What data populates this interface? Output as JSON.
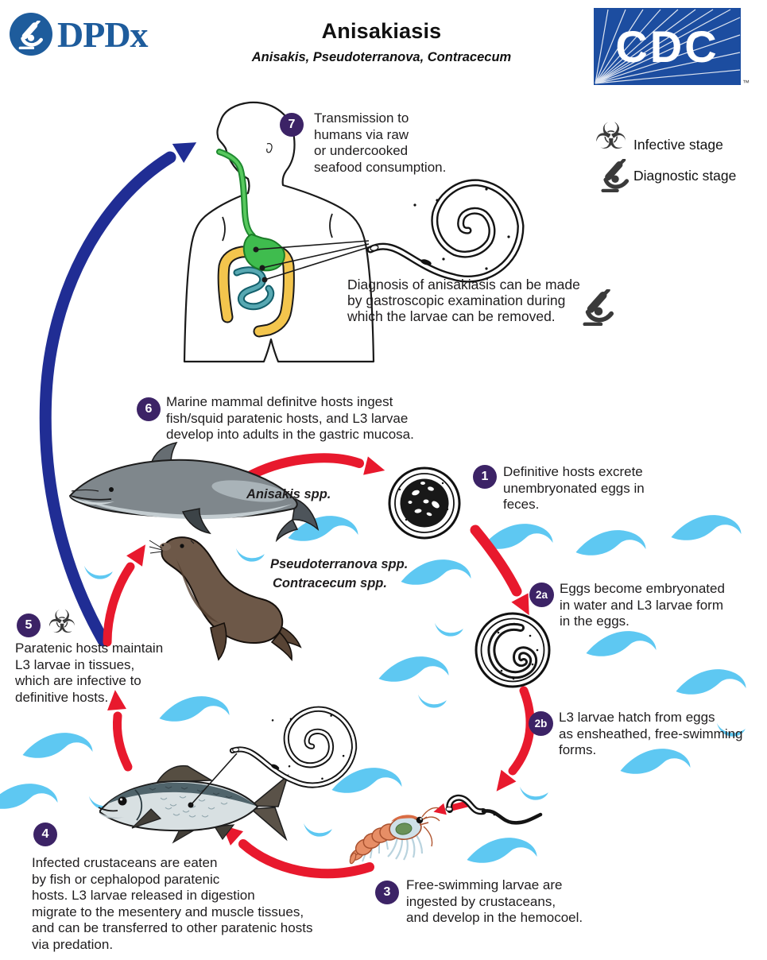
{
  "header": {
    "dpdx_logo": "DPDx",
    "title": "Anisakiasis",
    "subtitle": "Anisakis, Pseudoterranova, Contracecum",
    "cdc_logo": "CDC",
    "trademark": "™"
  },
  "legend": {
    "infective_label": "Infective stage",
    "diagnostic_label": "Diagnostic stage"
  },
  "icons": {
    "biohazard_glyph": "☣"
  },
  "diagnosis_note": [
    "Diagnosis of anisakiasis can be made",
    "by gastroscopic examination during",
    "which the larvae can be removed."
  ],
  "species_labels": {
    "anisakis": "Anisakis spp.",
    "pseudoterranova": "Pseudoterranova spp.",
    "contracecum": "Contracecum spp."
  },
  "steps": {
    "s1": {
      "num": "1",
      "lines": [
        "Definitive hosts excrete",
        "unembryonated eggs in",
        "feces."
      ]
    },
    "s2a": {
      "num": "2a",
      "lines": [
        "Eggs become embryonated",
        "in water and L3 larvae form",
        "in the eggs."
      ]
    },
    "s2b": {
      "num": "2b",
      "lines": [
        "L3 larvae hatch from eggs",
        "as ensheathed, free-swimming",
        "forms."
      ]
    },
    "s3": {
      "num": "3",
      "lines": [
        "Free-swimming larvae are",
        "ingested by crustaceans,",
        "and develop in the hemocoel."
      ]
    },
    "s4": {
      "num": "4",
      "lines": [
        "Infected crustaceans are eaten",
        "by fish or cephalopod paratenic",
        "hosts. L3 larvae released in digestion",
        "migrate to the mesentery and muscle tissues,",
        "and can be transferred to other paratenic hosts",
        "via predation."
      ]
    },
    "s5": {
      "num": "5",
      "lines": [
        "Paratenic hosts maintain",
        "L3 larvae in tissues,",
        "which are infective to",
        "definitive hosts."
      ]
    },
    "s6": {
      "num": "6",
      "lines": [
        "Marine mammal definitve hosts ingest",
        "fish/squid paratenic hosts, and L3 larvae",
        "develop into adults in the gastric mucosa."
      ]
    },
    "s7": {
      "num": "7",
      "lines": [
        "Transmission to",
        "humans via raw",
        "or undercooked",
        "seafood consumption."
      ]
    }
  },
  "colors": {
    "step_badge": "#3c2366",
    "arrow_red": "#e8192d",
    "arrow_blue": "#202d94",
    "wave_blue": "#5ec8f2",
    "cdc_blue": "#1c4da0",
    "dpdx_blue": "#1e5c9c",
    "icon_gray": "#3a3a3a"
  }
}
